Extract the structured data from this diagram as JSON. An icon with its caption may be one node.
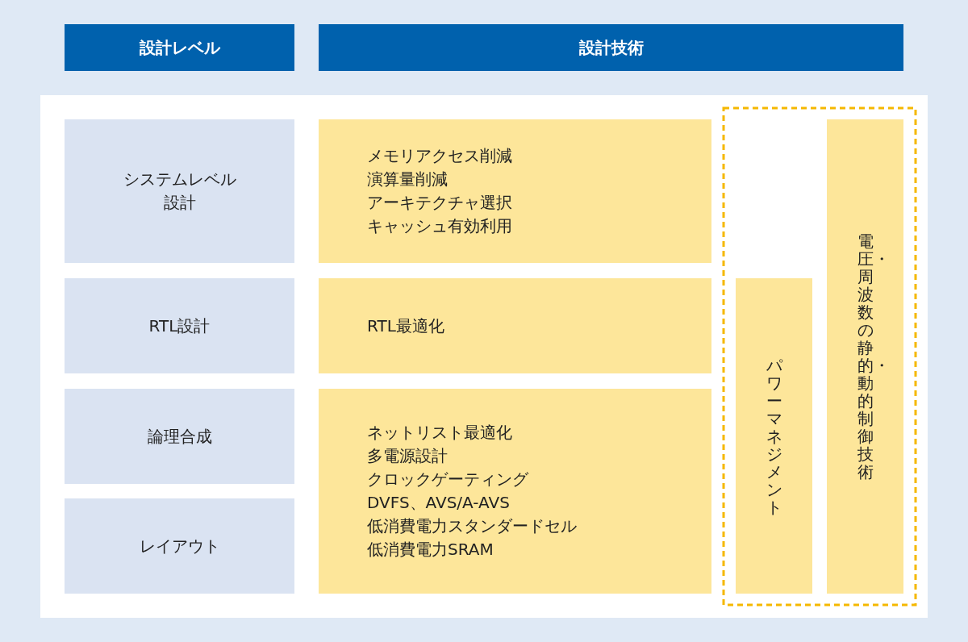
{
  "diagram": {
    "nodes": [
      {
        "text": [
          "設計レベル"
        ]
      },
      {
        "text": [
          "設計技術"
        ]
      },
      {
        "text": [
          "システムレベル設計"
        ]
      },
      {
        "text": [
          "メモリアクセス削減",
          "演算量削減",
          "アーキテクチャ選択",
          "キャッシュ有効利用"
        ]
      },
      {
        "text": [
          "RTL設計"
        ]
      },
      {
        "text": [
          "RTL最適化"
        ]
      },
      {
        "text": [
          "論理合成"
        ]
      },
      {
        "text": [
          "レイアウト"
        ]
      },
      {
        "text": [
          "ネットリスト最適化",
          "多電源設計",
          "クロックゲーティング",
          "DVFS、AVS/A-AVS",
          "低消費電力スタンダードセル",
          "低消費電力SRAM"
        ]
      },
      {
        "text": [
          "パワーマネジメント"
        ]
      },
      {
        "text": [
          "電圧・周波数の静的・動的制御技術"
        ]
      }
    ]
  }
}
